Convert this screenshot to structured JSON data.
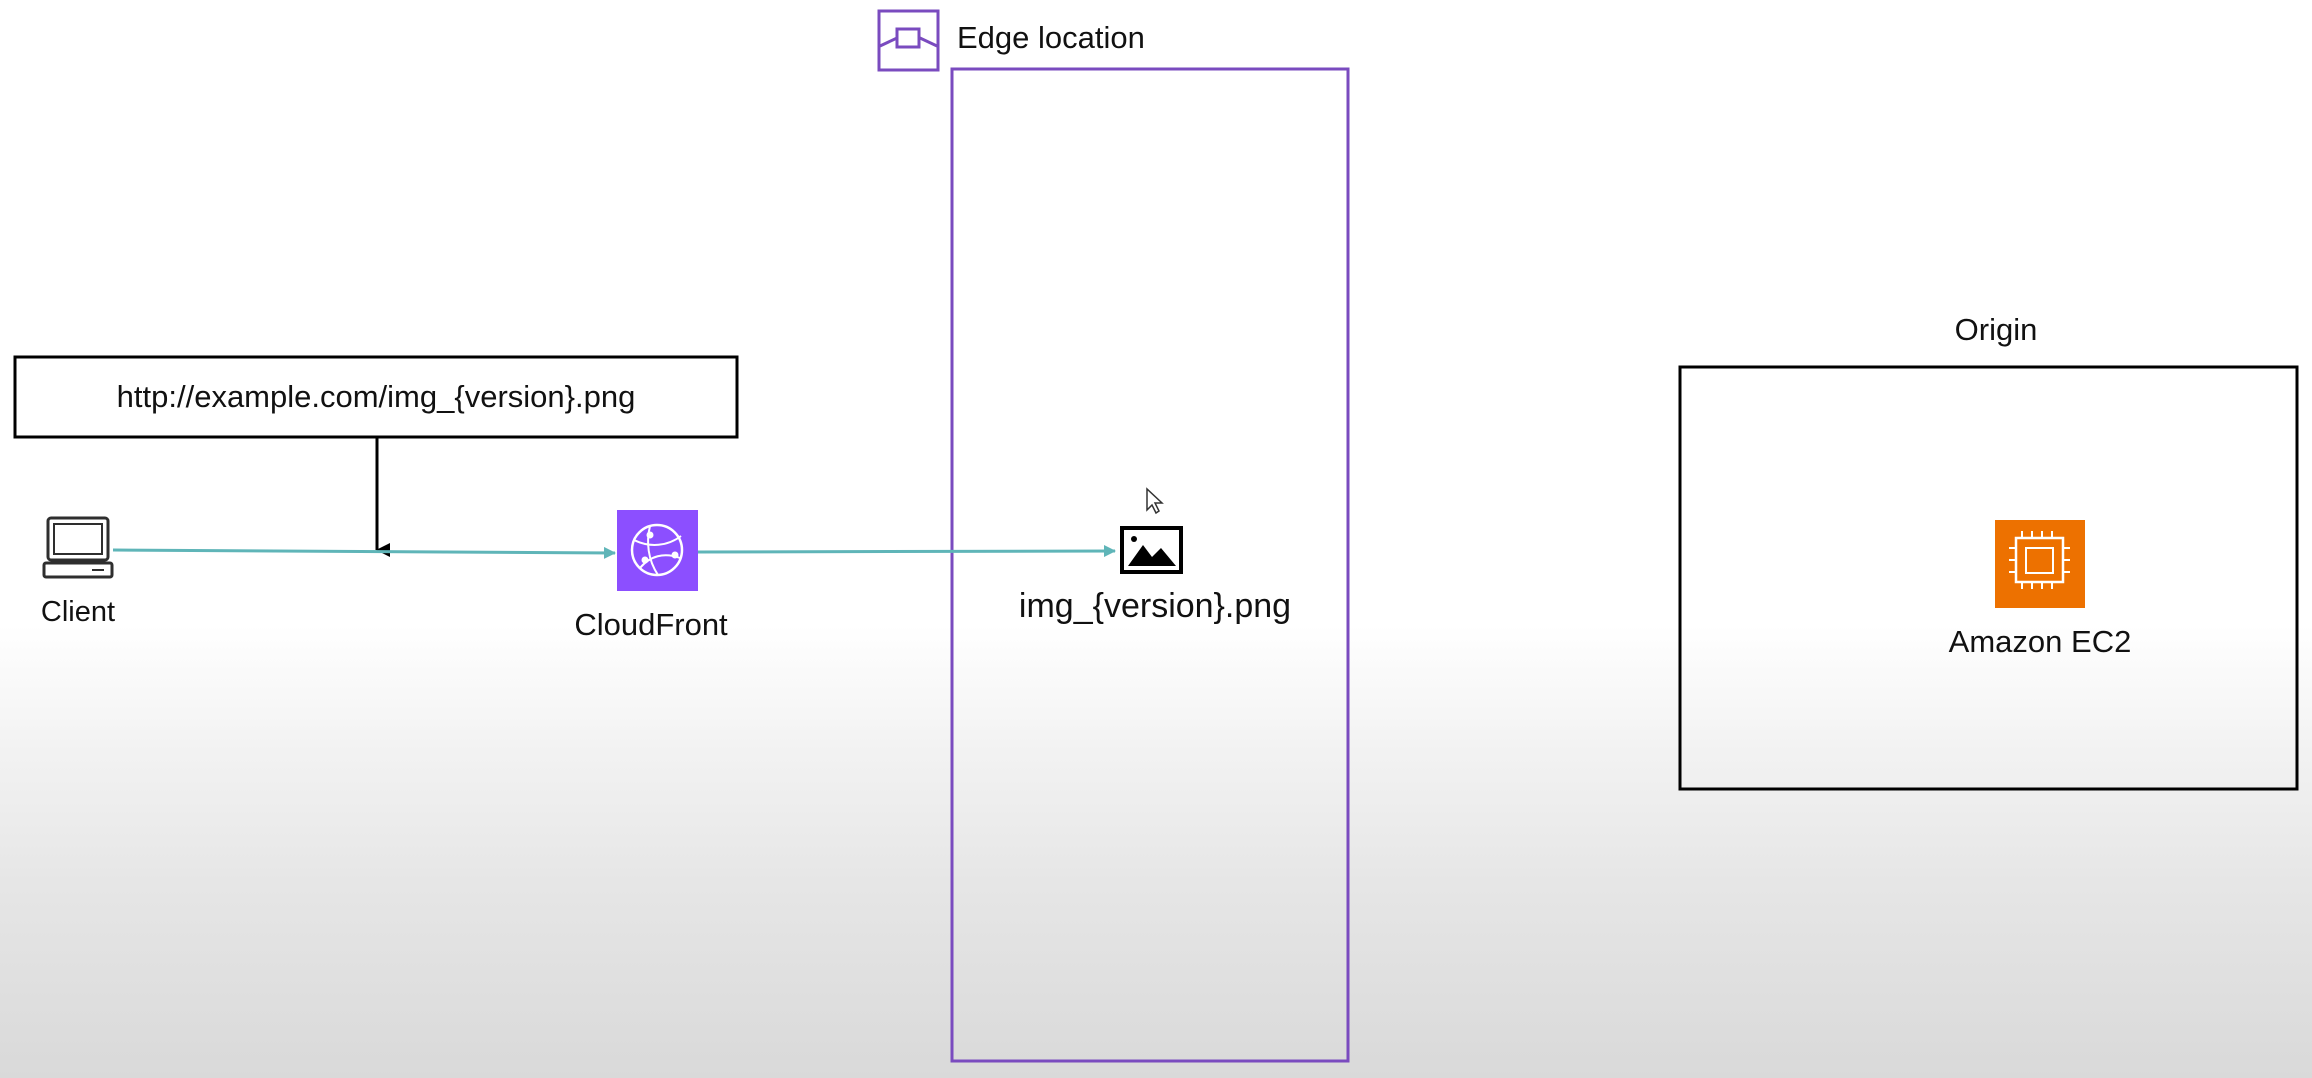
{
  "edge_location": {
    "label": "Edge location",
    "border_color": "#7a4bbf",
    "icon": "edge-location-icon"
  },
  "url_box": {
    "text": "http://example.com/img_{version}.png"
  },
  "client": {
    "label": "Client",
    "icon": "laptop-icon"
  },
  "cloudfront": {
    "label": "CloudFront",
    "icon": "cloudfront-icon",
    "color": "#8c4fff"
  },
  "cached_object": {
    "label": "img_{version}.png",
    "icon": "image-icon"
  },
  "origin": {
    "label": "Origin"
  },
  "ec2": {
    "label": "Amazon EC2",
    "icon": "ec2-icon",
    "color": "#ed7100"
  },
  "connectors": {
    "color": "#5fb5b8"
  }
}
